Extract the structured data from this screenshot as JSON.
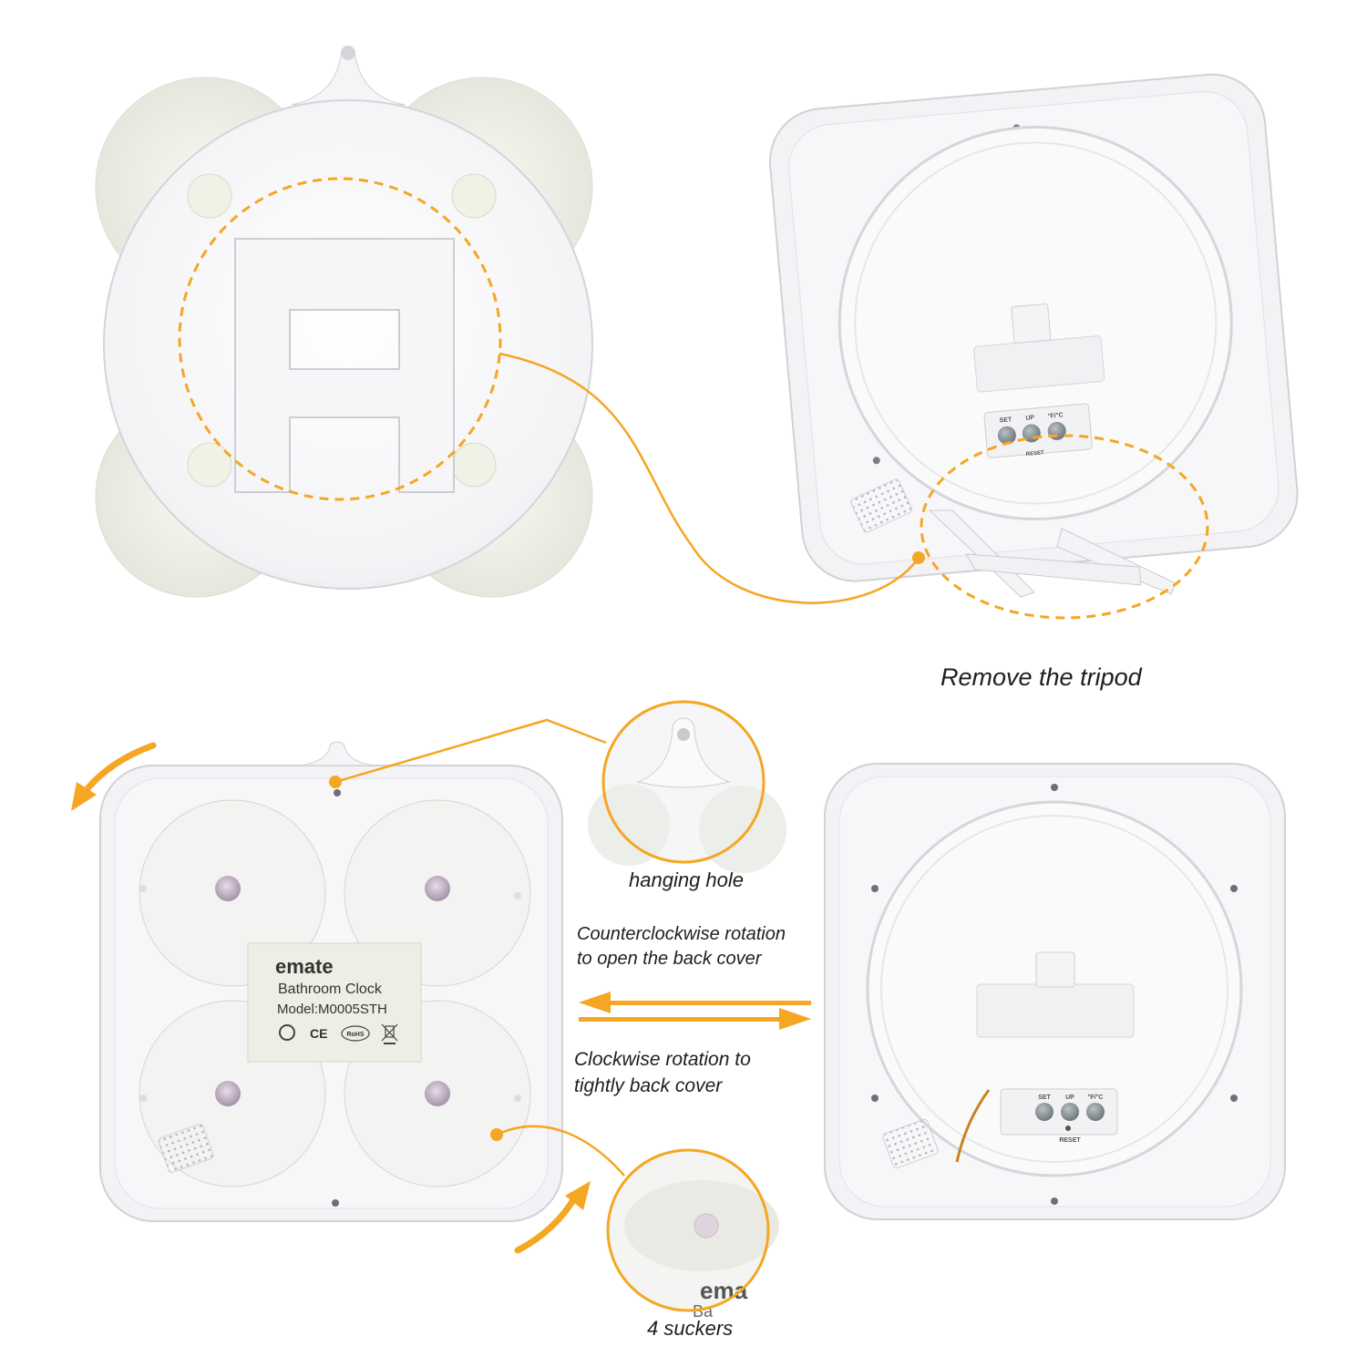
{
  "captions": {
    "remove_tripod": "Remove the tripod",
    "hanging_hole": "hanging hole",
    "ccw_line1": "Counterclockwise rotation",
    "ccw_line2": "to open the back cover",
    "cw_line1": "Clockwise rotation to",
    "cw_line2": "tightly back cover",
    "suckers": "4 suckers"
  },
  "product_label": {
    "brand": "emate",
    "name": "Bathroom Clock",
    "model": "Model:M0005STH",
    "ce_mark": "CE",
    "rohs_mark": "RoHS"
  },
  "buttons": {
    "set": "SET",
    "up": "UP",
    "unit": "°F/°C",
    "reset": "RESET"
  },
  "zoom_fragment": "ema",
  "zoom_fragment2": "Ba",
  "colors": {
    "accent": "#F5A623",
    "device_body": "#F4F4F6",
    "device_edge": "#D9D9DE",
    "sucker": "#EEEFE6",
    "sucker_nub": "#B8A6B8",
    "button": "#8E979B"
  }
}
